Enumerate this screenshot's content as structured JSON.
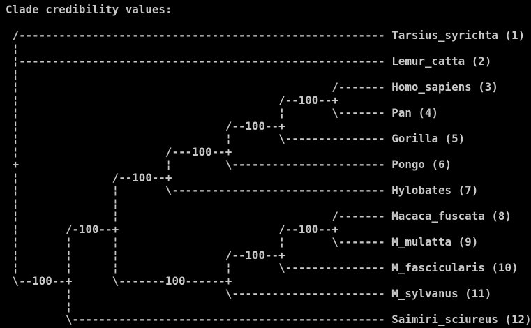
{
  "screen": {
    "title": "Clade credibility values:",
    "tree_lines": [
      "",
      " /------------------------------------------------------- Tarsius_syrichta (1)",
      " ¦",
      " ¦------------------------------------------------------- Lemur_catta (2)",
      " ¦",
      " ¦                                               /------- Homo_sapiens (3)",
      " ¦                                       /--100--+",
      " ¦                                       ¦       \\------- Pan (4)",
      " ¦                               /--100--+",
      " ¦                               ¦       \\--------------- Gorilla (5)",
      " ¦                      /---100--+",
      " +                      ¦        \\----------------------- Pongo (6)",
      " ¦              /--100--+",
      " ¦              ¦       \\-------------------------------- Hylobates (7)",
      " ¦              ¦",
      " ¦              ¦                                /------- Macaca_fuscata (8)",
      " ¦       /-100--+                        /--100--+",
      " ¦       ¦      ¦                        ¦       \\------- M_mulatta (9)",
      " ¦       ¦      ¦                /--100--+",
      " ¦       ¦      ¦                ¦       \\--------------- M_fascicularis (10)",
      " \\--100--+      \\-------100------+",
      "         ¦                       \\----------------------- M_sylvanus (11)",
      "         ¦",
      "         \\----------------------------------------------- Saimiri_sciureus (12)"
    ]
  },
  "tree": {
    "type": "ascii-phylogram",
    "taxa": [
      {
        "number": 1,
        "name": "Tarsius_syrichta"
      },
      {
        "number": 2,
        "name": "Lemur_catta"
      },
      {
        "number": 3,
        "name": "Homo_sapiens"
      },
      {
        "number": 4,
        "name": "Pan"
      },
      {
        "number": 5,
        "name": "Gorilla"
      },
      {
        "number": 6,
        "name": "Pongo"
      },
      {
        "number": 7,
        "name": "Hylobates"
      },
      {
        "number": 8,
        "name": "Macaca_fuscata"
      },
      {
        "number": 9,
        "name": "M_mulatta"
      },
      {
        "number": 10,
        "name": "M_fascicularis"
      },
      {
        "number": 11,
        "name": "M_sylvanus"
      },
      {
        "number": 12,
        "name": "Saimiri_sciureus"
      }
    ],
    "clade_credibility_values": [
      {
        "clade": "Homo_sapiens + Pan",
        "value": 100
      },
      {
        "clade": "Homo_sapiens + Pan + Gorilla",
        "value": 100
      },
      {
        "clade": "Homo_sapiens + Pan + Gorilla + Pongo",
        "value": 100
      },
      {
        "clade": "Homo_sapiens + Pan + Gorilla + Pongo + Hylobates",
        "value": 100
      },
      {
        "clade": "Macaca_fuscata + M_mulatta",
        "value": 100
      },
      {
        "clade": "Macaca_fuscata + M_mulatta + M_fascicularis",
        "value": 100
      },
      {
        "clade": "Macaca_fuscata + M_mulatta + M_fascicularis + M_sylvanus",
        "value": 100
      },
      {
        "clade": "apes + Old World monkeys",
        "value": 100
      },
      {
        "clade": "all except Tarsius_syrichta and Lemur_catta",
        "value": 100
      }
    ]
  },
  "colors": {
    "background": "#000000",
    "text": "#c8c8c8"
  }
}
